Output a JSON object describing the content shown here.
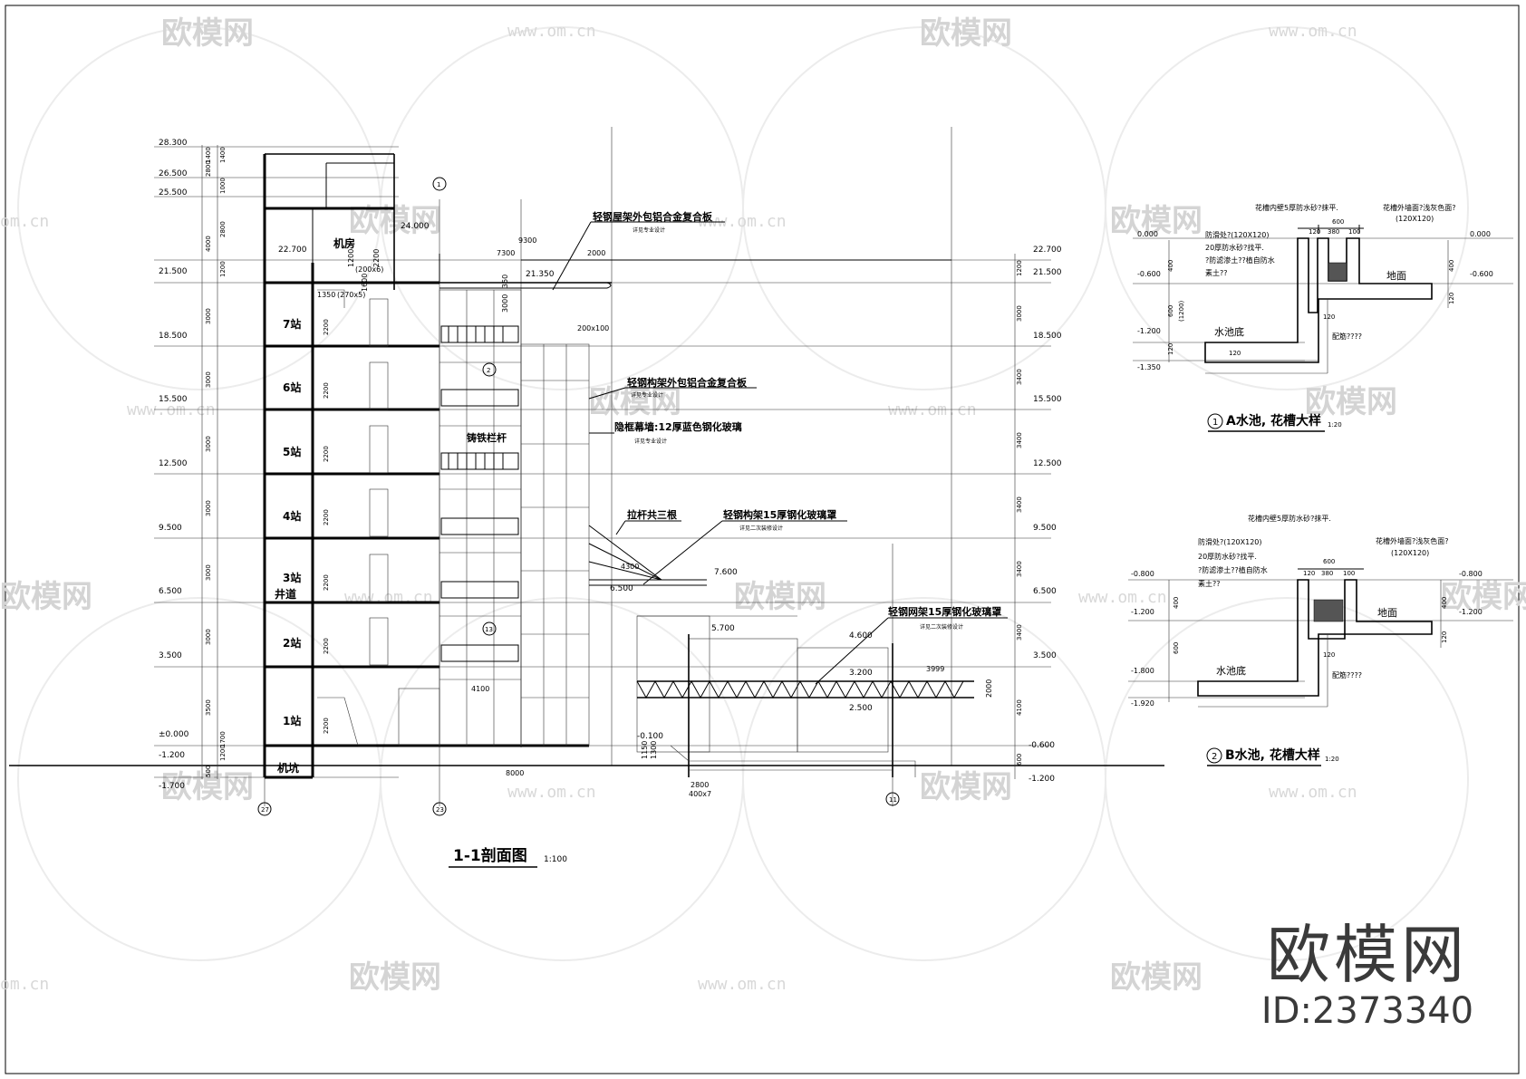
{
  "watermark": {
    "brand": "欧模网",
    "url": "www.om.cn",
    "url_short": "om.cn"
  },
  "brand_mark": {
    "name": "欧模网",
    "id": "ID:2373340"
  },
  "section": {
    "title": "1-1剖面图",
    "scale": "1:100",
    "floors": [
      "7站",
      "6站",
      "5站",
      "4站",
      "3站",
      "井道",
      "2站",
      "1站",
      "机坑",
      "机房"
    ],
    "elevations_left": [
      "28.300",
      "26.500",
      "25.500",
      "22.700",
      "21.500",
      "18.500",
      "15.500",
      "12.500",
      "9.500",
      "6.500",
      "3.500",
      "±0.000",
      "-1.200",
      "-1.700"
    ],
    "elevations_right": [
      "22.700",
      "21.500",
      "18.500",
      "15.500",
      "12.500",
      "9.500",
      "6.500",
      "3.500",
      "-0.600",
      "-1.200"
    ],
    "elevations_mid": [
      "24.000",
      "21.350",
      "7.600",
      "6.500",
      "5.700",
      "4.600",
      "3.200",
      "2.500",
      "-0.100"
    ],
    "dims_left": [
      "1400",
      "1400",
      "2800",
      "1000",
      "2800",
      "1200",
      "3000",
      "3000",
      "3000",
      "3000",
      "3000",
      "3000",
      "3500",
      "1200",
      "500",
      "4000"
    ],
    "dims_right": [
      "1200",
      "3000",
      "3400",
      "3400",
      "3400",
      "3400",
      "3400",
      "4100",
      "600"
    ],
    "dims_floor": [
      "2200",
      "2200",
      "2200",
      "2200",
      "2200",
      "2200",
      "2200",
      "1700"
    ],
    "dims_misc": [
      "9300",
      "7300",
      "2000",
      "1350",
      "(270x5)",
      "(200x6)",
      "1200",
      "2200",
      "350",
      "3000",
      "200x100",
      "4300",
      "3999",
      "2000",
      "4100",
      "8000",
      "2800",
      "400x7",
      "1150",
      "1300",
      "1600"
    ],
    "notes": [
      {
        "text": "轻钢屋架外包铝合金复合板",
        "sub": "详见专业设计"
      },
      {
        "text": "轻钢构架外包铝合金复合板",
        "sub": "详见专业设计"
      },
      {
        "text": "隐框幕墙:12厚蓝色钢化玻璃",
        "sub": "详见专业设计"
      },
      {
        "text": "铸铁栏杆",
        "sub": ""
      },
      {
        "text": "拉杆共三根",
        "sub": ""
      },
      {
        "text": "轻钢构架15厚钢化玻璃罩",
        "sub": "详见二次装修设计"
      },
      {
        "text": "轻钢网架15厚钢化玻璃罩",
        "sub": "详见二次装修设计"
      }
    ],
    "axes": [
      "27",
      "23",
      "11"
    ],
    "callouts": [
      "1",
      "2",
      "13"
    ]
  },
  "detail_a": {
    "number": "1",
    "title": "A水池, 花槽大样",
    "scale": "1:20",
    "notes": [
      "花槽内壁5厚防水砂?抹平.",
      "防滑处?(120X120)",
      "20厚防水砂?找平.",
      "?防滤渗土??植自防水",
      "素土??",
      "花槽外墙面?浅灰色面?",
      "(120X120)",
      "地面",
      "水池底",
      "配筋????"
    ],
    "elevations": [
      "0.000",
      "-0.600",
      "-1.200",
      "-1.350",
      "0.000",
      "-0.600"
    ],
    "dims": [
      "600",
      "120",
      "380",
      "100",
      "400",
      "600",
      "(1200)",
      "120",
      "120",
      "400",
      "120",
      "120"
    ]
  },
  "detail_b": {
    "number": "2",
    "title": "B水池, 花槽大样",
    "scale": "1:20",
    "notes": [
      "花槽内壁5厚防水砂?抹平.",
      "防滑处?(120X120)",
      "20厚防水砂?找平.",
      "?防滤渗土??植自防水",
      "素土??",
      "花槽外墙面?浅灰色面?",
      "(120X120)",
      "地面",
      "水池底",
      "配筋????"
    ],
    "elevations": [
      "-0.800",
      "-1.200",
      "-1.800",
      "-1.920",
      "-0.800",
      "-1.200"
    ],
    "dims": [
      "600",
      "120",
      "380",
      "100",
      "400",
      "600",
      "120",
      "400",
      "120"
    ]
  }
}
